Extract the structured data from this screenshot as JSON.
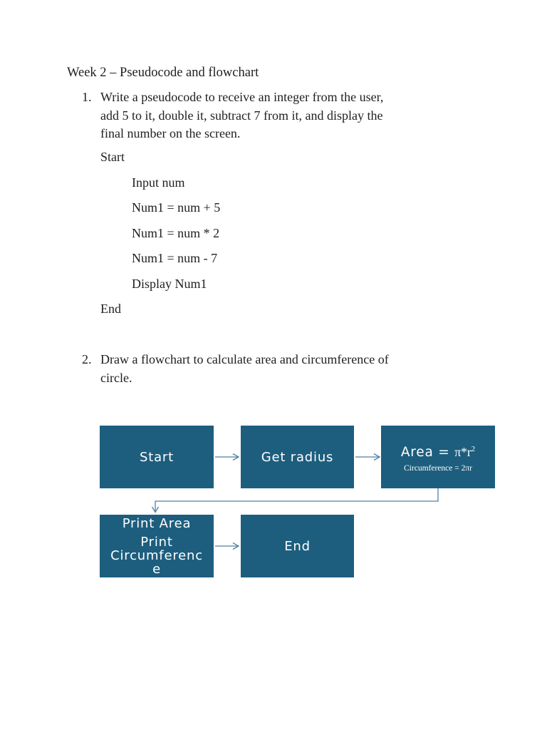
{
  "page": {
    "title": "Week 2 – Pseudocode and flowchart"
  },
  "question1": {
    "number": "1.",
    "lines": [
      "Write a pseudocode to receive an integer from the user,",
      "add 5 to it, double it, subtract 7 from it, and display the",
      "final number on the screen."
    ]
  },
  "pseudocode": {
    "start": "Start",
    "lines": [
      "Input num",
      "Num1 = num + 5",
      "Num1 = num * 2",
      "Num1 = num - 7",
      "Display Num1"
    ],
    "end": "End"
  },
  "question2": {
    "number": "2.",
    "lines": [
      "Draw a flowchart to calculate area and circumference of",
      "circle."
    ]
  },
  "flowchart": {
    "start_label": "Start",
    "get_radius_label": "Get radius",
    "area_label_prefix": "Area = ",
    "area_formula_base": "π*r",
    "area_formula_sup": "2",
    "circumference_label": "Circumference = 2πr",
    "print_line1": "Print Area",
    "print_line2_lines": [
      "Print",
      "Circumferenc",
      "e"
    ],
    "end_label": "End",
    "colors": {
      "box_fill": "#1d5e7e",
      "connector": "#4f81a3",
      "box_text": "#ffffff"
    }
  }
}
